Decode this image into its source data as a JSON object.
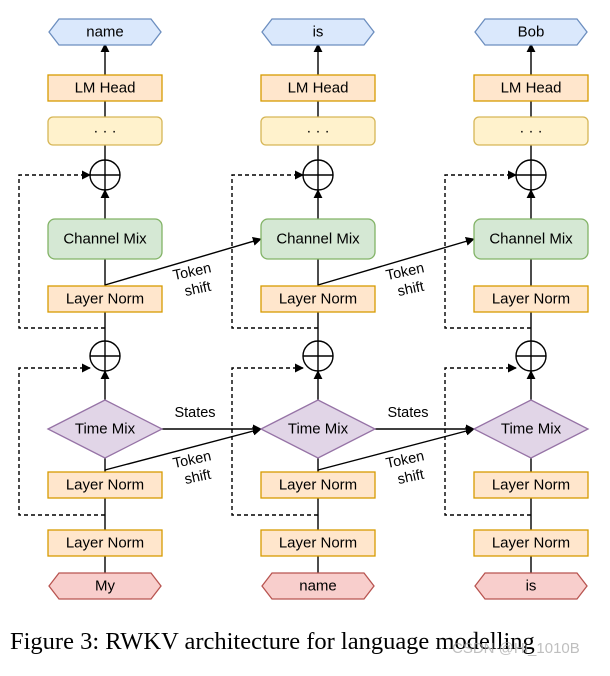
{
  "columns": [
    {
      "output": "name",
      "input": "My"
    },
    {
      "output": "is",
      "input": "name"
    },
    {
      "output": "Bob",
      "input": "is"
    }
  ],
  "labels": {
    "lm_head": "LM Head",
    "ellipsis": "· · ·",
    "channel_mix": "Channel Mix",
    "layer_norm": "Layer Norm",
    "time_mix": "Time Mix",
    "states": "States",
    "token": "Token",
    "shift": "shift"
  },
  "colors": {
    "io_output_fill": "#dae8fc",
    "io_output_stroke": "#6c8ebf",
    "io_input_fill": "#f8cecc",
    "io_input_stroke": "#b85450",
    "layer_norm_fill": "#ffe6cc",
    "layer_norm_stroke": "#d79b00",
    "ellipsis_fill": "#fff2cc",
    "ellipsis_stroke": "#d6b656",
    "channel_mix_fill": "#d5e8d4",
    "channel_mix_stroke": "#82b366",
    "time_mix_fill": "#e1d5e7",
    "time_mix_stroke": "#9673a6"
  },
  "caption": "Figure 3: RWKV architecture for language modelling",
  "watermark": "CSDN @Hi_1010B"
}
